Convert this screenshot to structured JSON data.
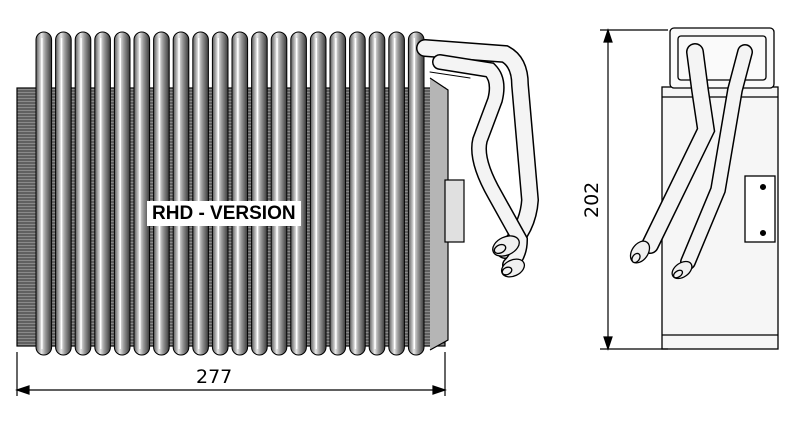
{
  "drawing": {
    "version_label": "RHD - VERSION",
    "dimension_width": "277",
    "dimension_height": "202",
    "fin_count": 20
  }
}
